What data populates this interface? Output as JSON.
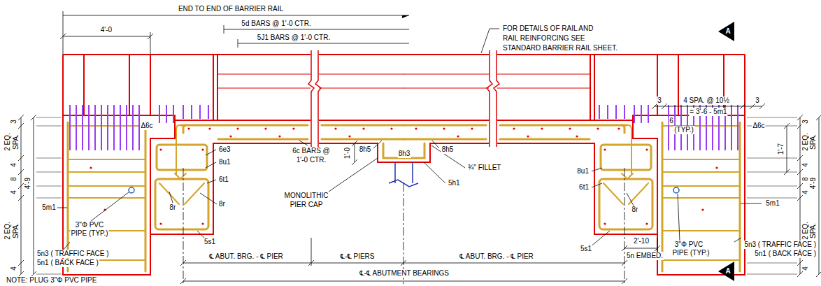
{
  "diagram": {
    "labels": [
      "END TO END OF BARRIER RAIL",
      "4'-0",
      "5d BARS @ 1'-0 CTR.",
      "5J1 BARS @ 1'-0 CTR.",
      "FOR DETAILS OF RAIL AND",
      "RAIL REINFORCING SEE",
      "STANDARD BARRIER RAIL SHEET.",
      "A",
      "3",
      "4 SPA. @ 10½",
      "3",
      "= 3'-6 - 5m1",
      "6",
      "(TYP.)",
      "Δ6c",
      "Δ6c",
      "3",
      "2 EQ.",
      "SPA.",
      "4'-9",
      "4",
      "8",
      "4",
      "2 EQ.",
      "SPA.",
      "4",
      "3",
      "1'-7",
      "2 EQ.",
      "SPA.",
      "4'-9",
      "4",
      "8",
      "4",
      "2 EQ.",
      "SPA.",
      "4",
      "8h5",
      "8h5",
      "1'-0",
      "8h3",
      "¾\" FILLET",
      "6e3",
      "8u1",
      "6t1",
      "6c BARS @",
      "1'-0 CTR.",
      "5h1",
      "MONOLITHIC",
      "PIER CAP",
      "8r",
      "8r",
      "8u1",
      "6t1",
      "8r",
      "5m1",
      "5m1",
      "3\"Φ PVC",
      "PIPE (TYP.)",
      "3\"Φ PVC",
      "PIPE (TYP.)",
      "5s1",
      "5s1",
      "5n3 ( TRAFFIC FACE )",
      "5n1 ( BACK FACE )",
      "5n3 ( TRAFFIC FACE )",
      "5n1 ( BACK FACE )",
      "2'-10",
      "5n EMBED.",
      "℄ ABUT. BRG. - ℄ PIER",
      "℄-℄ PIERS",
      "℄ ABUT. BRG. - ℄ PIER",
      "℄-℄ ABUTMENT BEARINGS",
      "NOTE: PLUG 3\"Φ PVC PIPE",
      "A"
    ]
  }
}
